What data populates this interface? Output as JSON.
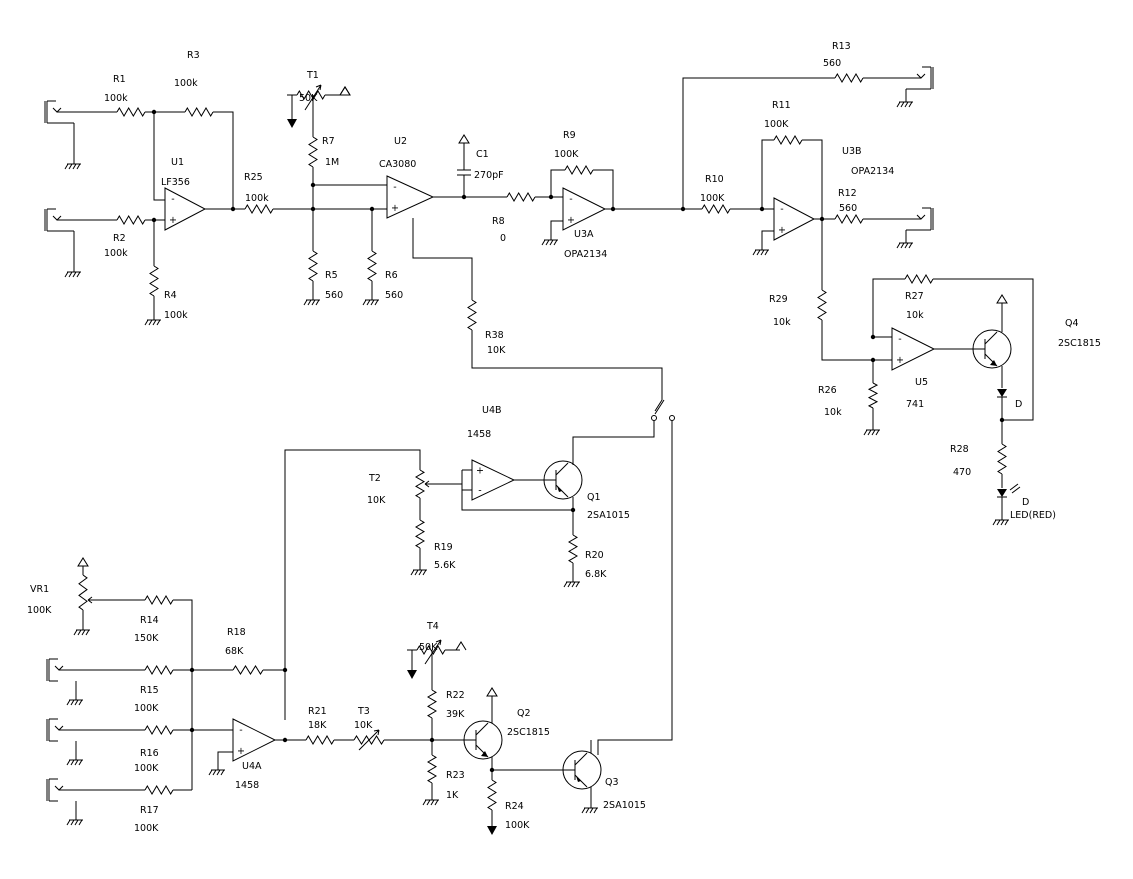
{
  "components": [
    {
      "id": "R1",
      "ref": "R1",
      "value": "100k"
    },
    {
      "id": "R2",
      "ref": "R2",
      "value": "100k"
    },
    {
      "id": "R3",
      "ref": "R3",
      "value": "100k"
    },
    {
      "id": "R4",
      "ref": "R4",
      "value": "100k"
    },
    {
      "id": "R25",
      "ref": "R25",
      "value": "100k"
    },
    {
      "id": "U1",
      "ref": "U1",
      "value": "LF356"
    },
    {
      "id": "T1",
      "ref": "T1",
      "value": "50K"
    },
    {
      "id": "R7",
      "ref": "R7",
      "value": "1M"
    },
    {
      "id": "R5",
      "ref": "R5",
      "value": "560"
    },
    {
      "id": "R6",
      "ref": "R6",
      "value": "560"
    },
    {
      "id": "U2",
      "ref": "U2",
      "value": "CA3080"
    },
    {
      "id": "C1",
      "ref": "C1",
      "value": "270pF"
    },
    {
      "id": "R8",
      "ref": "R8",
      "value": "0"
    },
    {
      "id": "R9",
      "ref": "R9",
      "value": "100K"
    },
    {
      "id": "U3A",
      "ref": "U3A",
      "value": "OPA2134"
    },
    {
      "id": "R38",
      "ref": "R38",
      "value": "10K"
    },
    {
      "id": "R13",
      "ref": "R13",
      "value": "560"
    },
    {
      "id": "R11",
      "ref": "R11",
      "value": "100K"
    },
    {
      "id": "R10",
      "ref": "R10",
      "value": "100K"
    },
    {
      "id": "U3B",
      "ref": "U3B",
      "value": "OPA2134"
    },
    {
      "id": "R12",
      "ref": "R12",
      "value": "560"
    },
    {
      "id": "R29",
      "ref": "R29",
      "value": "10k"
    },
    {
      "id": "R27",
      "ref": "R27",
      "value": "10k"
    },
    {
      "id": "R26",
      "ref": "R26",
      "value": "10k"
    },
    {
      "id": "U5",
      "ref": "U5",
      "value": "741"
    },
    {
      "id": "Q4",
      "ref": "Q4",
      "value": "2SC1815"
    },
    {
      "id": "D",
      "ref": "D",
      "value": ""
    },
    {
      "id": "R28",
      "ref": "R28",
      "value": "470"
    },
    {
      "id": "LED",
      "ref": "D",
      "value": "LED(RED)"
    },
    {
      "id": "U4B",
      "ref": "U4B",
      "value": "1458"
    },
    {
      "id": "T2",
      "ref": "T2",
      "value": "10K"
    },
    {
      "id": "R19",
      "ref": "R19",
      "value": "5.6K"
    },
    {
      "id": "Q1",
      "ref": "Q1",
      "value": "2SA1015"
    },
    {
      "id": "R20",
      "ref": "R20",
      "value": "6.8K"
    },
    {
      "id": "VR1",
      "ref": "VR1",
      "value": "100K"
    },
    {
      "id": "R14",
      "ref": "R14",
      "value": "150K"
    },
    {
      "id": "R15",
      "ref": "R15",
      "value": "100K"
    },
    {
      "id": "R16",
      "ref": "R16",
      "value": "100K"
    },
    {
      "id": "R17",
      "ref": "R17",
      "value": "100K"
    },
    {
      "id": "R18",
      "ref": "R18",
      "value": "68K"
    },
    {
      "id": "U4A",
      "ref": "U4A",
      "value": "1458"
    },
    {
      "id": "R21",
      "ref": "R21",
      "value": "18K"
    },
    {
      "id": "T3",
      "ref": "T3",
      "value": "10K"
    },
    {
      "id": "T4",
      "ref": "T4",
      "value": "50K"
    },
    {
      "id": "R22",
      "ref": "R22",
      "value": "39K"
    },
    {
      "id": "R23",
      "ref": "R23",
      "value": "1K"
    },
    {
      "id": "Q2",
      "ref": "Q2",
      "value": "2SC1815"
    },
    {
      "id": "R24",
      "ref": "R24",
      "value": "100K"
    },
    {
      "id": "Q3",
      "ref": "Q3",
      "value": "2SA1015"
    }
  ],
  "pins": {
    "minus": "-",
    "plus": "+"
  }
}
